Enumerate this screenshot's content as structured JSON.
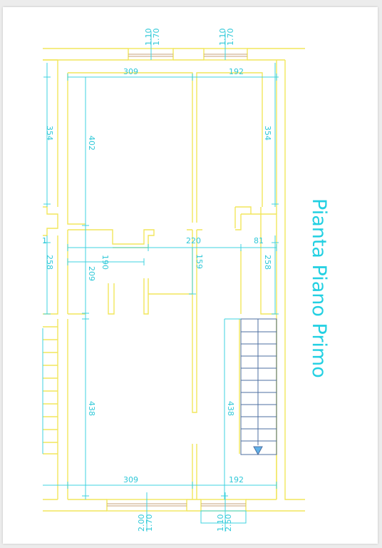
{
  "title": "Pianta Piano Primo",
  "windows": {
    "top_left": [
      "1.10",
      "1.70"
    ],
    "top_right": [
      "1.10",
      "1.70"
    ],
    "bottom_left": [
      "2.00",
      "1.70"
    ],
    "bottom_right": [
      "1.10",
      "2.50"
    ]
  },
  "dimensions": {
    "top_left_width": "309",
    "top_right_width": "192",
    "left_upper_height": "354",
    "right_upper_height": "354",
    "inner_left_upper_height": "402",
    "mid_edge_mark": "1",
    "corridor_width": "220",
    "right_mid_width": "81",
    "left_mid_height": "258",
    "right_mid_height": "258",
    "closet_width": "190",
    "inner_left_mid_height": "209",
    "center_mid_height": "159",
    "inner_left_lower_height": "438",
    "stair_height": "438",
    "bottom_left_width": "309",
    "bottom_right_width": "192"
  },
  "colors": {
    "walls": "#f2e65c",
    "dimensions": "#3fd3e0",
    "title": "#22d0e2",
    "windows": "#c7a27a",
    "stairs": "#4e6fa0"
  }
}
